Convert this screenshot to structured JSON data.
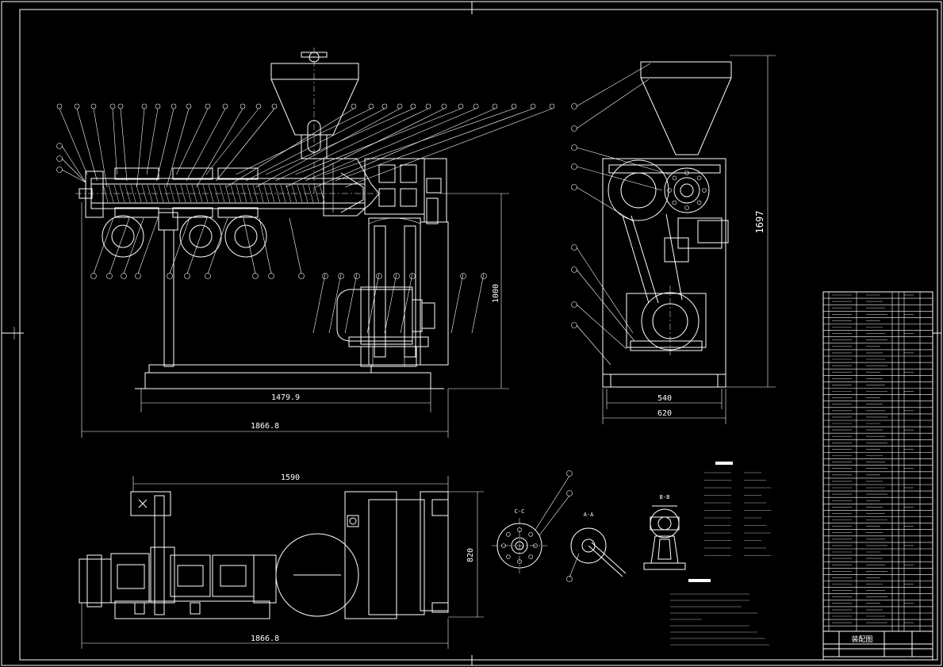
{
  "dimensions": {
    "front_total_length": "1866.8",
    "front_base_length": "1479.9",
    "front_height": "1000",
    "side_height": "1697",
    "side_base_inner": "540",
    "side_base_outer": "620",
    "top_length": "1590",
    "top_total_length": "1866.8",
    "top_width": "820"
  },
  "section_labels": {
    "section_a": "A-A",
    "section_b": "B-B",
    "section_c": "C-C"
  },
  "title_block": {
    "drawing_title": "装配图"
  }
}
